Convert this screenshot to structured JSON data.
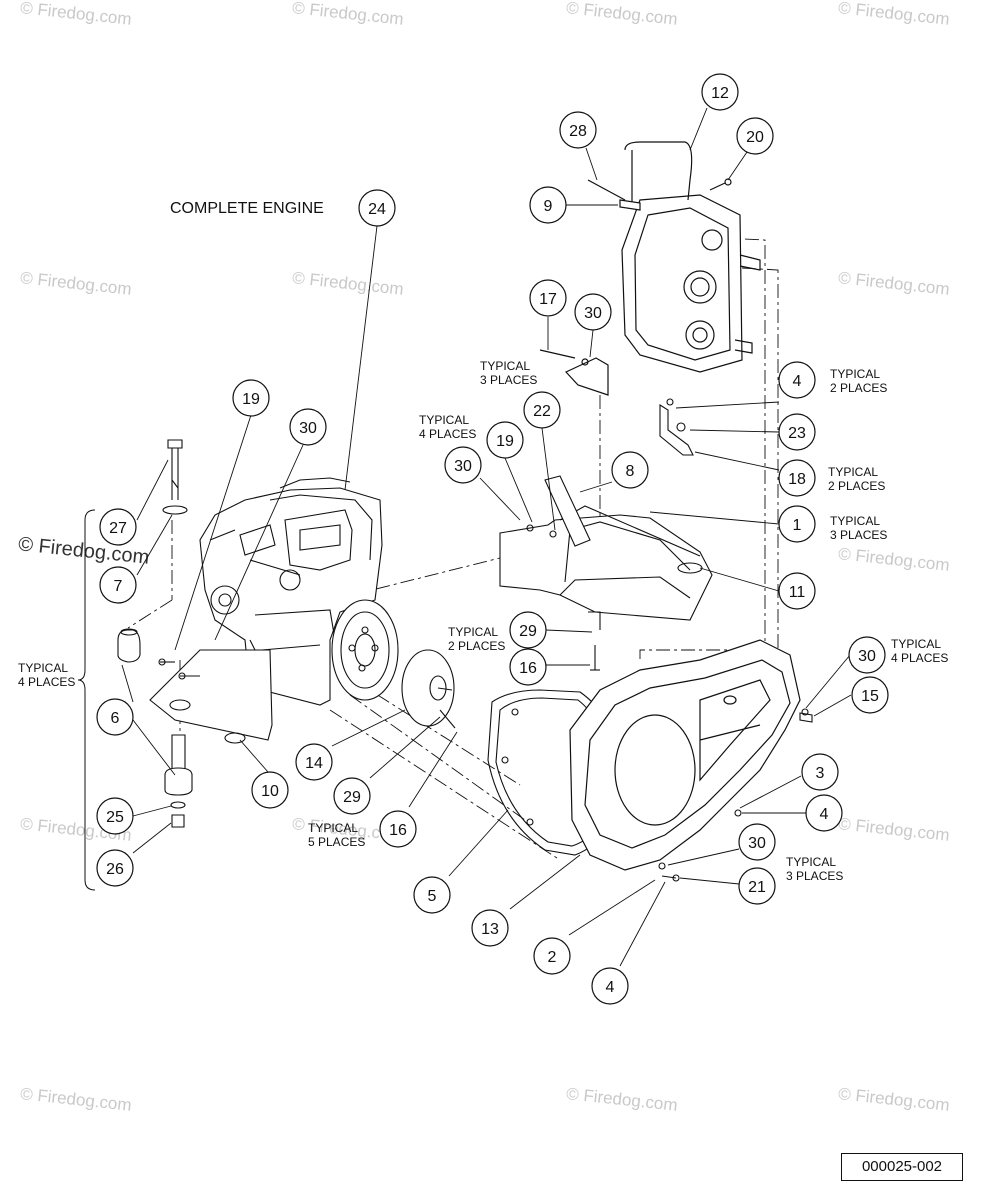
{
  "title": "COMPLETE ENGINE",
  "document_code": "000025-002",
  "watermark_text": "© Firedog.com",
  "callouts": [
    {
      "id": "c12",
      "label": "12"
    },
    {
      "id": "c28",
      "label": "28"
    },
    {
      "id": "c20",
      "label": "20"
    },
    {
      "id": "c9",
      "label": "9"
    },
    {
      "id": "c24",
      "label": "24"
    },
    {
      "id": "c17",
      "label": "17"
    },
    {
      "id": "c30a",
      "label": "30"
    },
    {
      "id": "c4a",
      "label": "4"
    },
    {
      "id": "c19a",
      "label": "19"
    },
    {
      "id": "c30b",
      "label": "30"
    },
    {
      "id": "c22",
      "label": "22"
    },
    {
      "id": "c23",
      "label": "23"
    },
    {
      "id": "c19b",
      "label": "19"
    },
    {
      "id": "c30c",
      "label": "30"
    },
    {
      "id": "c8",
      "label": "8"
    },
    {
      "id": "c18",
      "label": "18"
    },
    {
      "id": "c27",
      "label": "27"
    },
    {
      "id": "c1",
      "label": "1"
    },
    {
      "id": "c7",
      "label": "7"
    },
    {
      "id": "c11",
      "label": "11"
    },
    {
      "id": "c29a",
      "label": "29"
    },
    {
      "id": "c30d",
      "label": "30"
    },
    {
      "id": "c16a",
      "label": "16"
    },
    {
      "id": "c15",
      "label": "15"
    },
    {
      "id": "c6",
      "label": "6"
    },
    {
      "id": "c14",
      "label": "14"
    },
    {
      "id": "c10",
      "label": "10"
    },
    {
      "id": "c3",
      "label": "3"
    },
    {
      "id": "c29b",
      "label": "29"
    },
    {
      "id": "c25",
      "label": "25"
    },
    {
      "id": "c16b",
      "label": "16"
    },
    {
      "id": "c4b",
      "label": "4"
    },
    {
      "id": "c30e",
      "label": "30"
    },
    {
      "id": "c26",
      "label": "26"
    },
    {
      "id": "c5",
      "label": "5"
    },
    {
      "id": "c21",
      "label": "21"
    },
    {
      "id": "c13",
      "label": "13"
    },
    {
      "id": "c2",
      "label": "2"
    },
    {
      "id": "c4c",
      "label": "4"
    }
  ],
  "notes": {
    "n_typ3_a": [
      "TYPICAL",
      "3 PLACES"
    ],
    "n_typ2_a": [
      "TYPICAL",
      "2 PLACES"
    ],
    "n_typ4_a": [
      "TYPICAL",
      "4 PLACES"
    ],
    "n_typ2_b": [
      "TYPICAL",
      "2 PLACES"
    ],
    "n_typ3_b": [
      "TYPICAL",
      "3 PLACES"
    ],
    "n_typ4_side": [
      "TYPICAL",
      "4 PLACES"
    ],
    "n_typ2_c": [
      "TYPICAL",
      "2 PLACES"
    ],
    "n_typ4_b": [
      "TYPICAL",
      "4 PLACES"
    ],
    "n_typ5": [
      "TYPICAL",
      "5 PLACES"
    ],
    "n_typ3_c": [
      "TYPICAL",
      "3 PLACES"
    ]
  }
}
